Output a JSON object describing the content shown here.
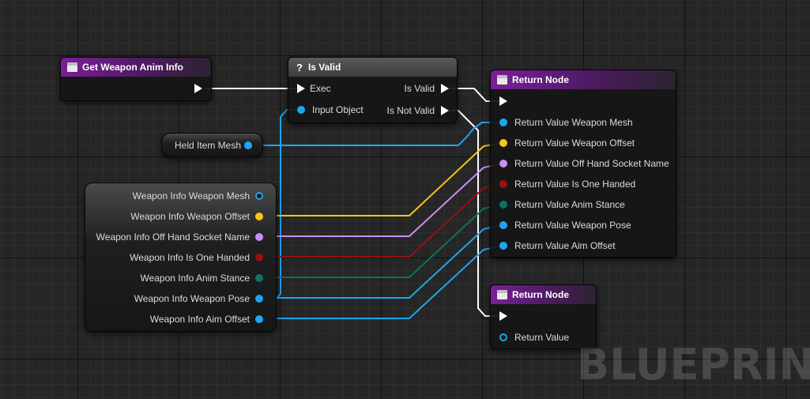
{
  "nodes": {
    "get_weapon_anim_info": {
      "title": "Get Weapon Anim Info"
    },
    "is_valid": {
      "title": "Is Valid",
      "inputs": [
        "Exec",
        "Input Object"
      ],
      "outputs": [
        "Is Valid",
        "Is Not Valid"
      ]
    },
    "held_item_mesh": {
      "label": "Held Item Mesh"
    },
    "weapon_info_break": {
      "pins": [
        "Weapon Info Weapon Mesh",
        "Weapon Info Weapon Offset",
        "Weapon Info Off Hand Socket Name",
        "Weapon Info Is One Handed",
        "Weapon Info Anim Stance",
        "Weapon Info Weapon Pose",
        "Weapon Info Aim Offset"
      ]
    },
    "return_node_valid": {
      "title": "Return Node",
      "pins": [
        "Return Value Weapon Mesh",
        "Return Value Weapon Offset",
        "Return Value Off Hand Socket Name",
        "Return Value Is One Handed",
        "Return Value Anim Stance",
        "Return Value Weapon Pose",
        "Return Value Aim Offset"
      ]
    },
    "return_node_invalid": {
      "title": "Return Node",
      "pins": [
        "Return Value"
      ]
    }
  },
  "pin_colors": {
    "object": "#1da5f0",
    "struct_vector": "#f5c518",
    "name": "#c98df5",
    "boolean": "#9a1010",
    "enum": "#0c7360",
    "exec": "#ffffff",
    "header_purple": "#7a1f98"
  },
  "icons": {
    "function": "function-icon",
    "macro": "question-mark-icon",
    "exec_pin": "exec-arrow-icon",
    "data_pin": "pin-dot-icon"
  },
  "watermark": "BLUEPRINT"
}
